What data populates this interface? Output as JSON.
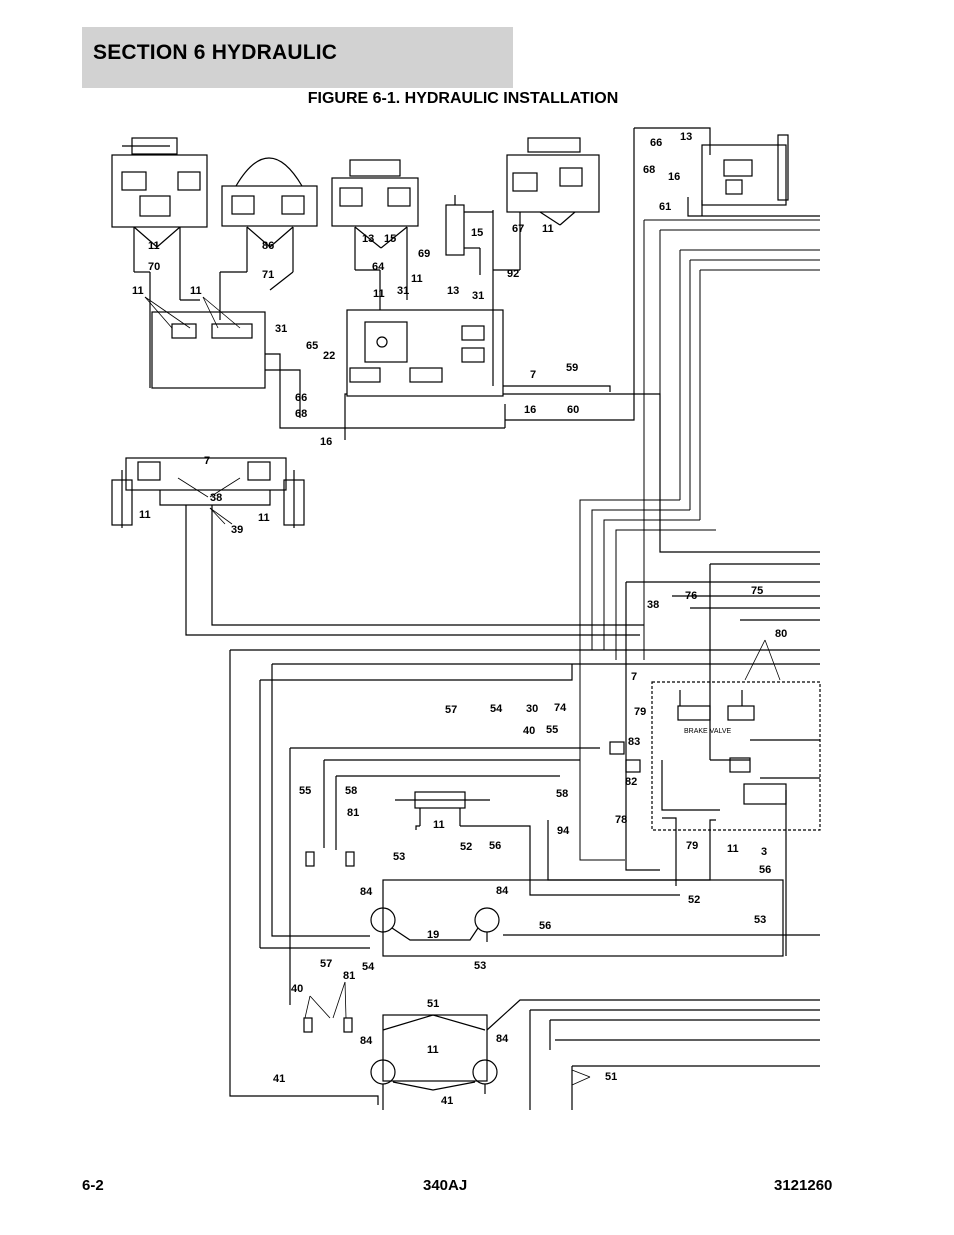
{
  "header": {
    "section_title": "SECTION 6   HYDRAULIC",
    "figure_title": "FIGURE 6-1. HYDRAULIC INSTALLATION"
  },
  "footer": {
    "page_number": "6-2",
    "model": "340AJ",
    "doc_number": "3121260"
  },
  "diagram": {
    "callouts": [
      "66",
      "13",
      "68",
      "16",
      "61",
      "11",
      "15",
      "13",
      "67",
      "11",
      "86",
      "15",
      "69",
      "64",
      "92",
      "70",
      "71",
      "11",
      "11",
      "11",
      "31",
      "13",
      "31",
      "31",
      "11",
      "65",
      "22",
      "7",
      "59",
      "66",
      "68",
      "16",
      "60",
      "16",
      "7",
      "38",
      "11",
      "11",
      "39",
      "38",
      "76",
      "75",
      "80",
      "7",
      "74",
      "79",
      "57",
      "54",
      "30",
      "40",
      "55",
      "83",
      "82",
      "58",
      "55",
      "58",
      "81",
      "11",
      "52",
      "56",
      "94",
      "78",
      "79",
      "11",
      "3",
      "56",
      "53",
      "84",
      "84",
      "52",
      "19",
      "56",
      "53",
      "57",
      "54",
      "53",
      "81",
      "40",
      "51",
      "84",
      "11",
      "84",
      "51",
      "41",
      "41"
    ],
    "brake_valve_label": "BRAKE VALVE"
  }
}
